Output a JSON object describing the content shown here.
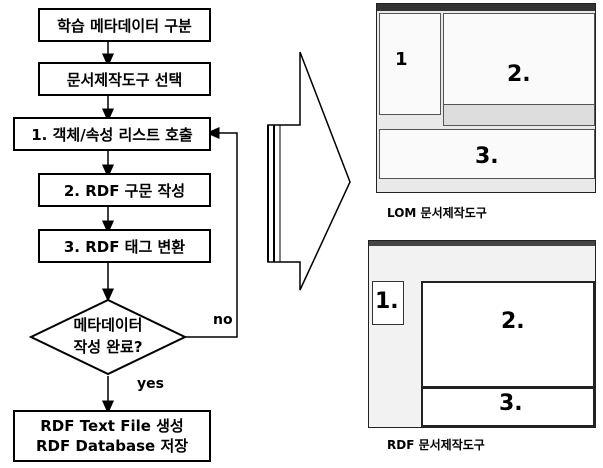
{
  "flowchart": {
    "steps": [
      "학습 메타데이터 구분",
      "문서제작도구 선택",
      "1. 객체/속성 리스트 호출",
      "2. RDF 구문 작성",
      "3. RDF 태그 변환"
    ],
    "decision_line1": "메타데이터",
    "decision_line2": "작성 완료?",
    "no_label": "no",
    "yes_label": "yes",
    "final_line1": "RDF Text File 생성",
    "final_line2": "RDF Database 저장"
  },
  "screenshots": {
    "lom": {
      "caption": "LOM 문서제작도구",
      "markers": [
        "1",
        "2.",
        "3."
      ]
    },
    "rdf": {
      "caption": "RDF 문서제작도구",
      "markers": [
        "1.",
        "2.",
        "3."
      ]
    }
  }
}
